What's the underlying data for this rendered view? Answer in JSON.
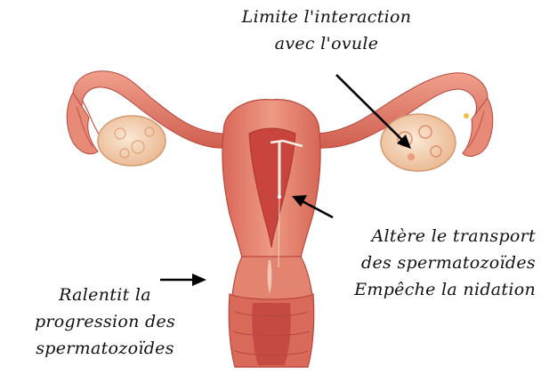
{
  "labels": {
    "ovule": {
      "line1": "Limite l'interaction",
      "line2": "avec l'ovule"
    },
    "transport": {
      "line1": "Altère le transport",
      "line2": "des spermatozoïdes",
      "line3": "Empêche la nidation"
    },
    "progression": {
      "line1": "Ralentit la",
      "line2": "progression des",
      "line3": "spermatozoïdes"
    }
  },
  "colors": {
    "tissue": "#e07868",
    "tissue_dark": "#b8403a",
    "tissue_light": "#f1a290",
    "cavity": "#c8403a",
    "ovary": "#f7dcc4",
    "ovary_dark": "#e2a27a",
    "device": "#f2eee4",
    "arrow": "#000000"
  },
  "icons": [
    "uterus-illustration",
    "iud-device",
    "arrow-ovule",
    "arrow-transport",
    "arrow-progression"
  ]
}
